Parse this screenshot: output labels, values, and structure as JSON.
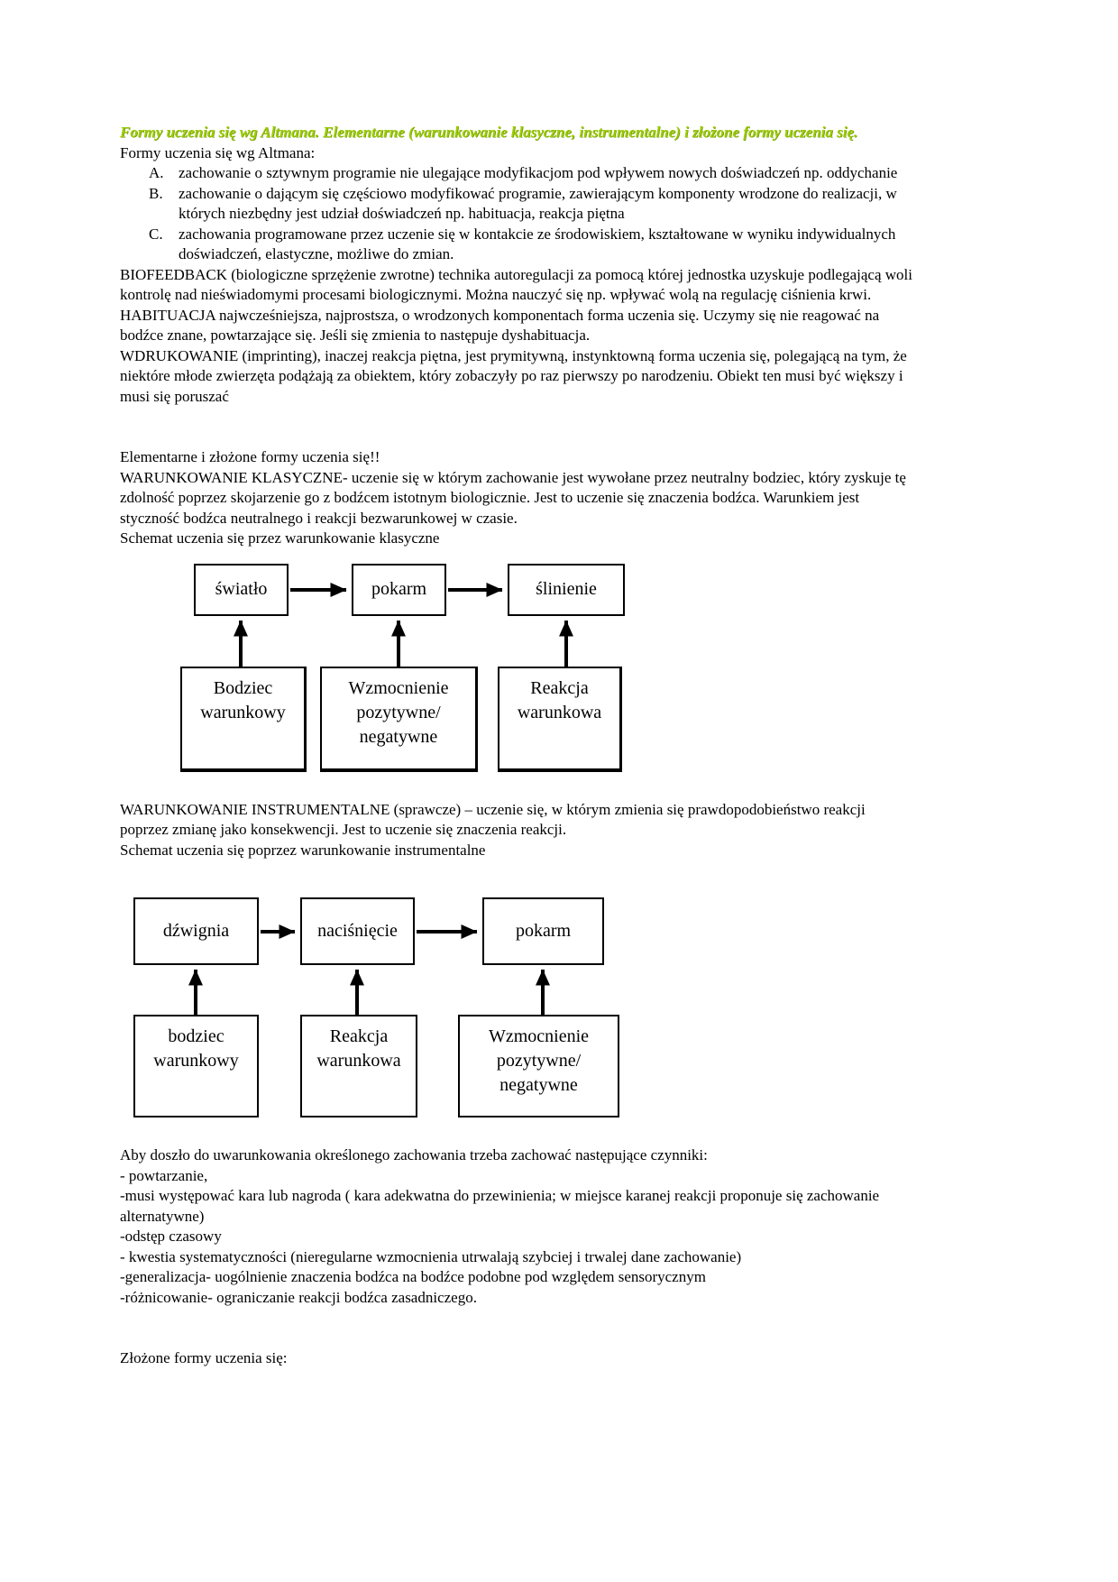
{
  "page": {
    "title": "Formy uczenia się wg Altmana. Elementarne (warunkowanie klasyczne, instrumentalne) i złożone formy uczenia się.",
    "intro_heading": "Formy uczenia się wg Altmana:",
    "list": [
      {
        "marker": "A.",
        "text": "zachowanie o sztywnym programie nie ulegające modyfikacjom pod wpływem nowych doświadczeń np. oddychanie"
      },
      {
        "marker": "B.",
        "text": "zachowanie o dającym się częściowo modyfikować programie, zawierającym komponenty wrodzone do realizacji, w których niezbędny jest udział doświadczeń np. habituacja, reakcja piętna"
      },
      {
        "marker": "C.",
        "text": "zachowania programowane przez uczenie się w kontakcie ze środowiskiem, kształtowane w wyniku indywidualnych doświadczeń, elastyczne, możliwe do zmian."
      }
    ],
    "paragraphs": {
      "biofeedback": "BIOFEEDBACK (biologiczne sprzężenie zwrotne) technika autoregulacji za pomocą której jednostka uzyskuje podlegającą woli kontrolę nad nieświadomymi procesami biologicznymi. Można nauczyć się np. wpływać wolą na regulację ciśnienia krwi.",
      "habituacja": "HABITUACJA najwcześniejsza, najprostsza, o wrodzonych komponentach forma uczenia się. Uczymy się nie reagować na bodźce znane, powtarzające się. Jeśli się zmienia to następuje dyshabituacja.",
      "wdrukowanie": "WDRUKOWANIE (imprinting), inaczej reakcja piętna, jest prymitywną, instynktowną forma uczenia się, polegającą na tym, że niektóre młode zwierzęta podążają za obiektem, który zobaczyły po raz pierwszy po narodzeniu. Obiekt ten musi być większy i musi się poruszać"
    },
    "section_heading": "Elementarne i złożone formy uczenia się!!",
    "klasyczne": "WARUNKOWANIE KLASYCZNE- uczenie się w którym zachowanie jest wywołane przez neutralny bodziec, który zyskuje tę zdolność poprzez skojarzenie go z bodźcem istotnym biologicznie. Jest to uczenie się znaczenia bodźca. Warunkiem jest styczność bodźca neutralnego i reakcji bezwarunkowej w czasie.",
    "schemat1_caption": "Schemat uczenia się przez warunkowanie klasyczne",
    "instrumentalne": "WARUNKOWANIE INSTRUMENTALNE (sprawcze) – uczenie się, w którym zmienia się prawdopodobieństwo reakcji poprzez zmianę jako konsekwencji. Jest to uczenie się znaczenia reakcji.",
    "schemat2_caption": "Schemat uczenia się poprzez warunkowanie instrumentalne",
    "factors_intro": "Aby doszło do uwarunkowania określonego zachowania trzeba zachować następujące czynniki:",
    "factors": [
      "- powtarzanie,",
      "-musi występować kara lub nagroda ( kara adekwatna do przewinienia; w miejsce karanej reakcji proponuje się zachowanie alternatywne)",
      "-odstęp czasowy",
      "- kwestia systematyczności (nieregularne wzmocnienia utrwalają szybciej i trwalej dane zachowanie)",
      "-generalizacja- uogólnienie znaczenia bodźca na bodźce podobne pod względem sensorycznym",
      "-różnicowanie- ograniczanie reakcji bodźca zasadniczego."
    ],
    "closing": "Złożone formy uczenia się:"
  },
  "diagram1": {
    "top": [
      "światło",
      "pokarm",
      "ślinienie"
    ],
    "bottom": [
      "Bodziec warunkowy",
      "Wzmocnienie pozytywne/ negatywne",
      "Reakcja warunkowa"
    ]
  },
  "diagram2": {
    "top": [
      "dźwignia",
      "naciśnięcie",
      "pokarm"
    ],
    "bottom": [
      "bodziec warunkowy",
      "Reakcja warunkowa",
      "Wzmocnienie pozytywne/ negatywne"
    ]
  },
  "colors": {
    "title_green": "#99cc00",
    "text": "#000000",
    "diagram_line": "#000000",
    "background": "#ffffff"
  }
}
